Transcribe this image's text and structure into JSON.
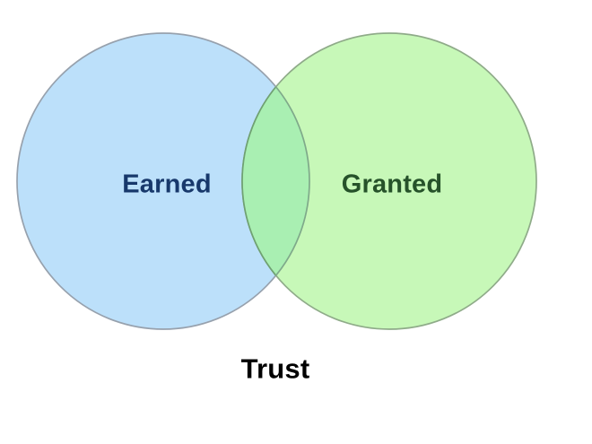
{
  "venn": {
    "title": {
      "text": "Trust",
      "color": "#000000"
    },
    "sets": [
      {
        "id": "earned",
        "label": "Earned",
        "fill": "#bce0fa",
        "stroke": "#97a1ad",
        "label_color": "#17386b"
      },
      {
        "id": "granted",
        "label": "Granted",
        "fill": "#c7f8b8",
        "stroke": "#8fab89",
        "label_color": "#26522a"
      }
    ],
    "overlap": {
      "fill": "#a9efb2",
      "left_arc_stroke": "#6fa172",
      "right_arc_stroke": "#7fa98a"
    }
  }
}
